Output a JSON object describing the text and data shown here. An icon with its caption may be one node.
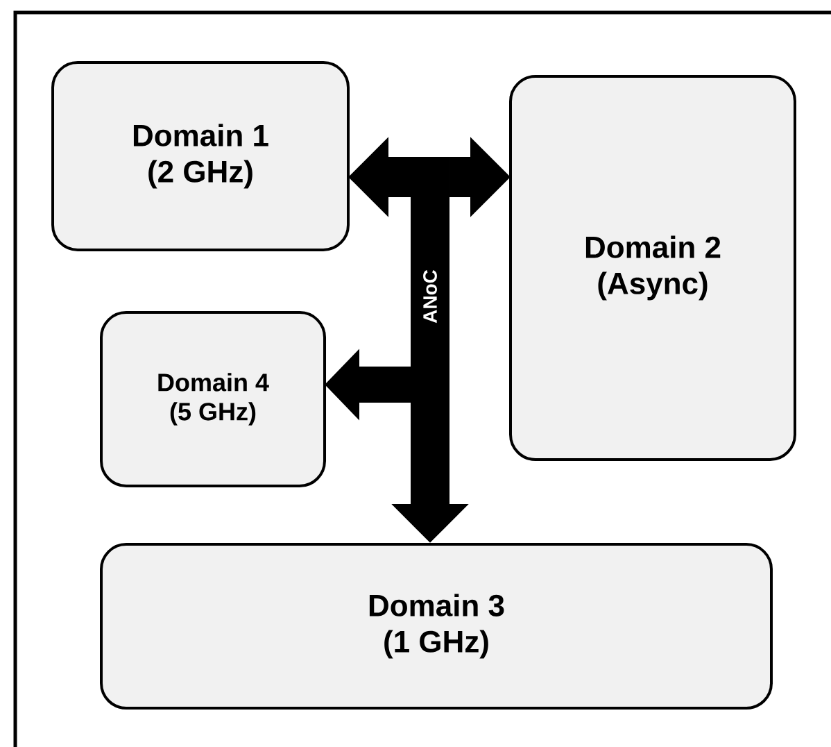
{
  "diagram": {
    "nodes": [
      {
        "text": [
          "Domain 1",
          "(2 GHz)"
        ]
      },
      {
        "text": [
          "Domain 2",
          "(Async)"
        ]
      },
      {
        "text": [
          "Domain 4",
          "(5 GHz)"
        ]
      },
      {
        "text": [
          "Domain 3",
          "(1 GHz)"
        ]
      },
      {
        "text": [
          "ANoC"
        ]
      }
    ],
    "edges": [
      {
        "from": 4,
        "to": 0,
        "arrow": "to"
      },
      {
        "from": 4,
        "to": 1,
        "arrow": "to"
      },
      {
        "from": 4,
        "to": 2,
        "arrow": "to"
      },
      {
        "from": 4,
        "to": 3,
        "arrow": "to"
      }
    ]
  }
}
